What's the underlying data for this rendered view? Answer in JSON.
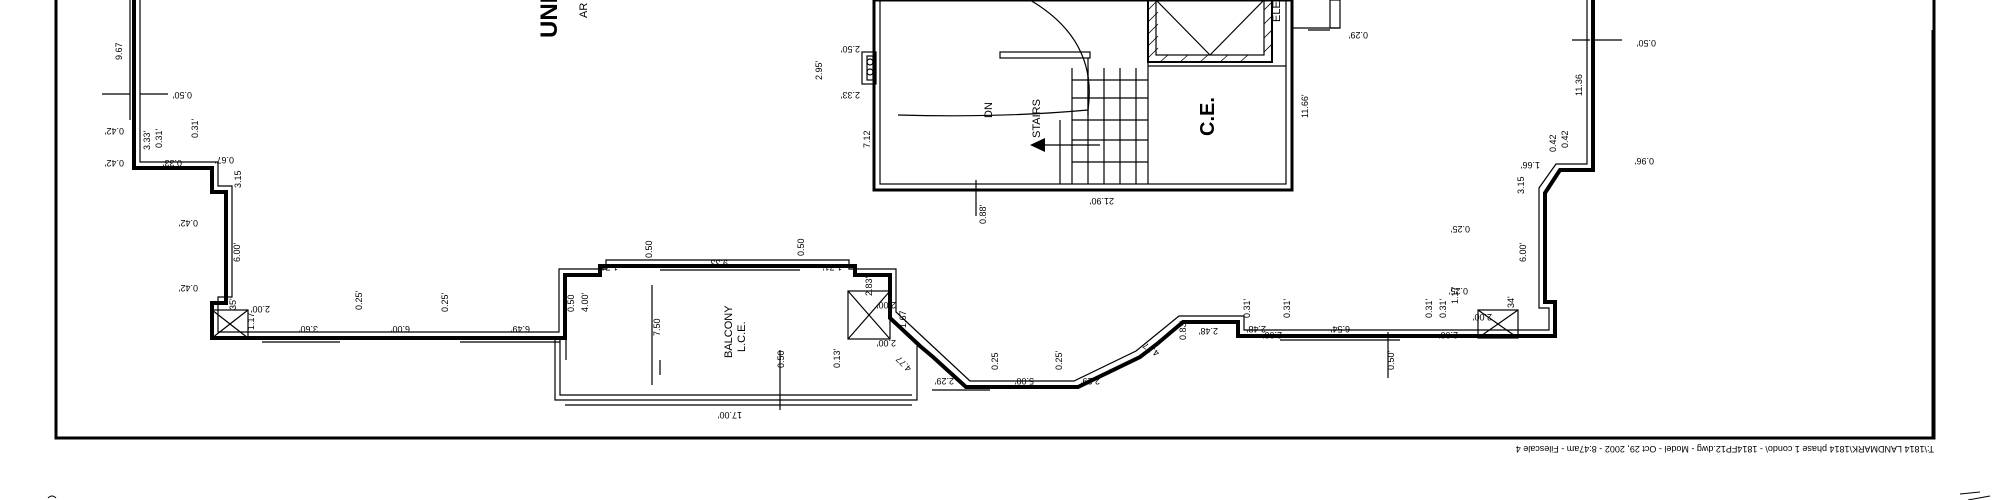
{
  "labels": {
    "unit": "UNIT",
    "area": "AR",
    "stairs": "STAIRS",
    "dn": "DN",
    "ce": "C.E.",
    "balcony": "BALCONY",
    "lce": "L.C.E.",
    "elev": "ELE"
  },
  "dims": {
    "d_0_50_a": "0.50'",
    "d_9_67": "9.67",
    "d_0_42_a": "0.42'",
    "d_3_33": "3.33'",
    "d_0_31_a": "0.31'",
    "d_0_42_b": "0.42'",
    "d_0_33": "0.33'",
    "d_0_67": "0.67'",
    "d_3_15_a": "3.15",
    "d_0_42_c": "0.42'",
    "d_6_00_a": "6.00'",
    "d_0_42_d": "0.42'",
    "d_35": "35'",
    "d_2_00_a": "2.00'",
    "d_1_17_a": "1.17",
    "d_3_60": "3.60'",
    "d_0_25_a": "0.25'",
    "d_6_00_b": "6.00'",
    "d_0_25_b": "0.25'",
    "d_6_49": "6.49'",
    "d_0_50_b": "0.50",
    "d_4_00": "4.00'",
    "d_0_50_c": "0.50",
    "d_1_71_a": "1.71'",
    "d_9_33": "9.33'",
    "d_0_50_d": "0.50",
    "d_1_71_b": "1.71'",
    "d_7_50": "7.50",
    "d_2_83": "2.83'",
    "d_2_00_b": "2.00'",
    "d_1_67": "1.67",
    "d_2_00_c": "2.00'",
    "d_0_13": "0.13'",
    "d_0_50_e": "0.50",
    "d_17_00": "17.00'",
    "d_4_77_a": "4.77",
    "d_2_29_a": "2.29'",
    "d_0_25_c": "0.25",
    "d_5_00": "5.00'",
    "d_0_25_d": "0.25'",
    "d_2_29_b": "2.29'",
    "d_4_77_b": "4.77",
    "d_0_83": "0.83'",
    "d_2_48": "2.48'",
    "d_0_31_b": "0.31'",
    "d_2_00_d": "2.00'",
    "d_0_31_c": "0.31'",
    "d_6_54": "6.54'",
    "d_0_50_f": "0.50'",
    "d_0_31_d": "0.31'",
    "d_2_00_e": "2.00'",
    "d_0_31_e": "0.31'",
    "d_1_17_b": "1.17",
    "d_0_25_e": "0.25'",
    "d_2_00_f": "2.00'",
    "d_34": "34'",
    "d_6_00_c": "6.00'",
    "d_3_15_b": "3.15",
    "d_0_25_f": "0.25'",
    "d_1_66": "1.66'",
    "d_0_42_e": "0.42",
    "d_0_42_f": "0.42",
    "d_0_96": "0.96'",
    "d_11_36": "11.36",
    "d_0_50_g": "0.50'",
    "d_2_50": "2.50'",
    "d_2_95": "2.95'",
    "d_2_33": "2.33'",
    "d_7_12": "7.12",
    "d_0_88": "0.88'",
    "d_21_90": "21.90'",
    "d_11_66": "11.66'",
    "d_0_29": "0.29'"
  },
  "footer": "T:\\1814 LANDMARK\\1814 phase 1 condo\\ - 1814FP12.dwg - Model - Oct 29, 2002 - 8:47am - Filescale 4"
}
